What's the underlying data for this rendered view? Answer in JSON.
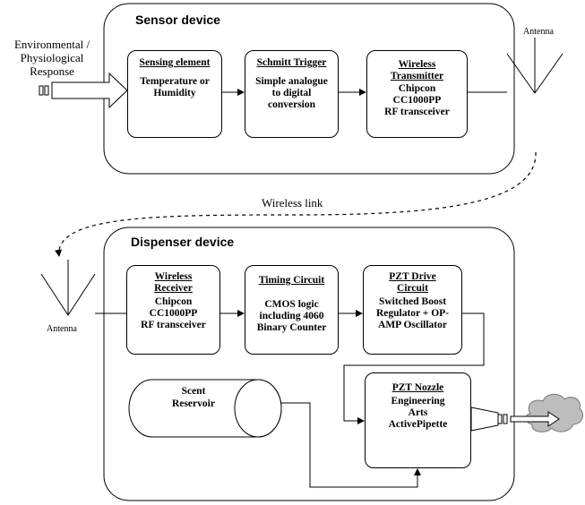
{
  "sensor": {
    "title": "Sensor device",
    "sensing": {
      "title": "Sensing element",
      "body": "Temperature or Humidity"
    },
    "schmitt": {
      "title": "Schmitt Trigger",
      "body": "Simple analogue to digital conversion"
    },
    "transmitter": {
      "title_1": "Wireless",
      "title_2": "Transmitter",
      "body_1": "Chipcon",
      "body_2": "CC1000PP",
      "body_3": "RF transceiver"
    }
  },
  "dispenser": {
    "title": "Dispenser device",
    "receiver": {
      "title_1": "Wireless",
      "title_2": "Receiver",
      "body_1": "Chipcon",
      "body_2": "CC1000PP",
      "body_3": "RF transceiver"
    },
    "timing": {
      "title": "Timing Circuit",
      "body_1": "CMOS logic",
      "body_2": "including 4060",
      "body_3": "Binary Counter"
    },
    "pzt_drive": {
      "title_1": "PZT Drive",
      "title_2": "Circuit",
      "body_1": "Switched Boost",
      "body_2": "Regulator + OP-",
      "body_3": "AMP Oscillator"
    },
    "reservoir": {
      "line_1": "Scent",
      "line_2": "Reservoir"
    },
    "nozzle": {
      "title": "PZT Nozzle",
      "body_1": "Engineering",
      "body_2": "Arts",
      "body_3": "ActivePipette"
    }
  },
  "labels": {
    "env_1": "Environmental /",
    "env_2": "Physiological",
    "env_3": "Response",
    "antenna_top": "Antenna",
    "antenna_bottom": "Antenna",
    "wireless_link": "Wireless link"
  }
}
